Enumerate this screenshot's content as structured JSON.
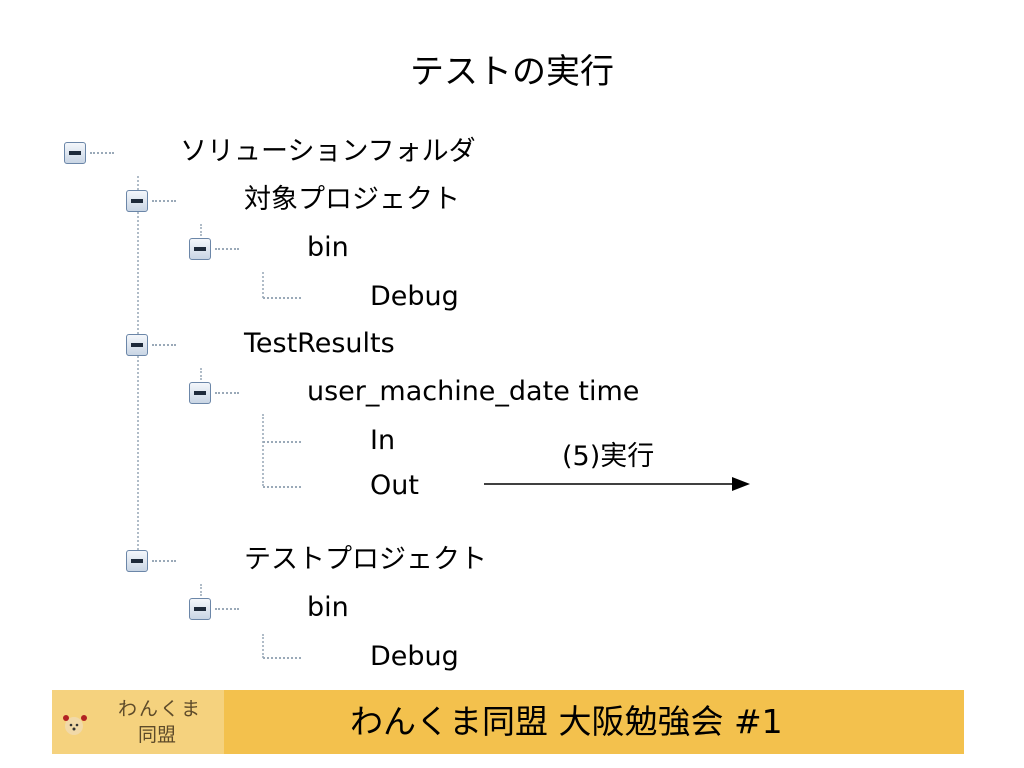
{
  "slide": {
    "title": "テストの実行"
  },
  "tree": {
    "nodes": [
      {
        "id": "solution-folder",
        "label": "ソリューションフォルダ",
        "expanded": true
      },
      {
        "id": "target-project",
        "label": "対象プロジェクト",
        "expanded": true
      },
      {
        "id": "target-bin",
        "label": "bin",
        "expanded": true
      },
      {
        "id": "target-debug",
        "label": "Debug"
      },
      {
        "id": "test-results",
        "label": "TestResults",
        "expanded": true
      },
      {
        "id": "user-machine-datetime",
        "label": "user_machine_date time",
        "expanded": true
      },
      {
        "id": "in-folder",
        "label": "In"
      },
      {
        "id": "out-folder",
        "label": "Out"
      },
      {
        "id": "test-project",
        "label": "テストプロジェクト",
        "expanded": true
      },
      {
        "id": "test-bin",
        "label": "bin",
        "expanded": true
      },
      {
        "id": "test-debug",
        "label": "Debug"
      }
    ],
    "toggle_icon": "collapse-minus-icon",
    "connector_color": "#9aa9b8"
  },
  "annotation": {
    "label": "(5)実行",
    "arrow_icon": "right-arrow-icon"
  },
  "footer": {
    "logo_line1": "わんくま",
    "logo_line2": "同盟",
    "title": "わんくま同盟 大阪勉強会 #1",
    "background_color": "#f3c14d",
    "logo_background_color": "#f5d27e"
  }
}
